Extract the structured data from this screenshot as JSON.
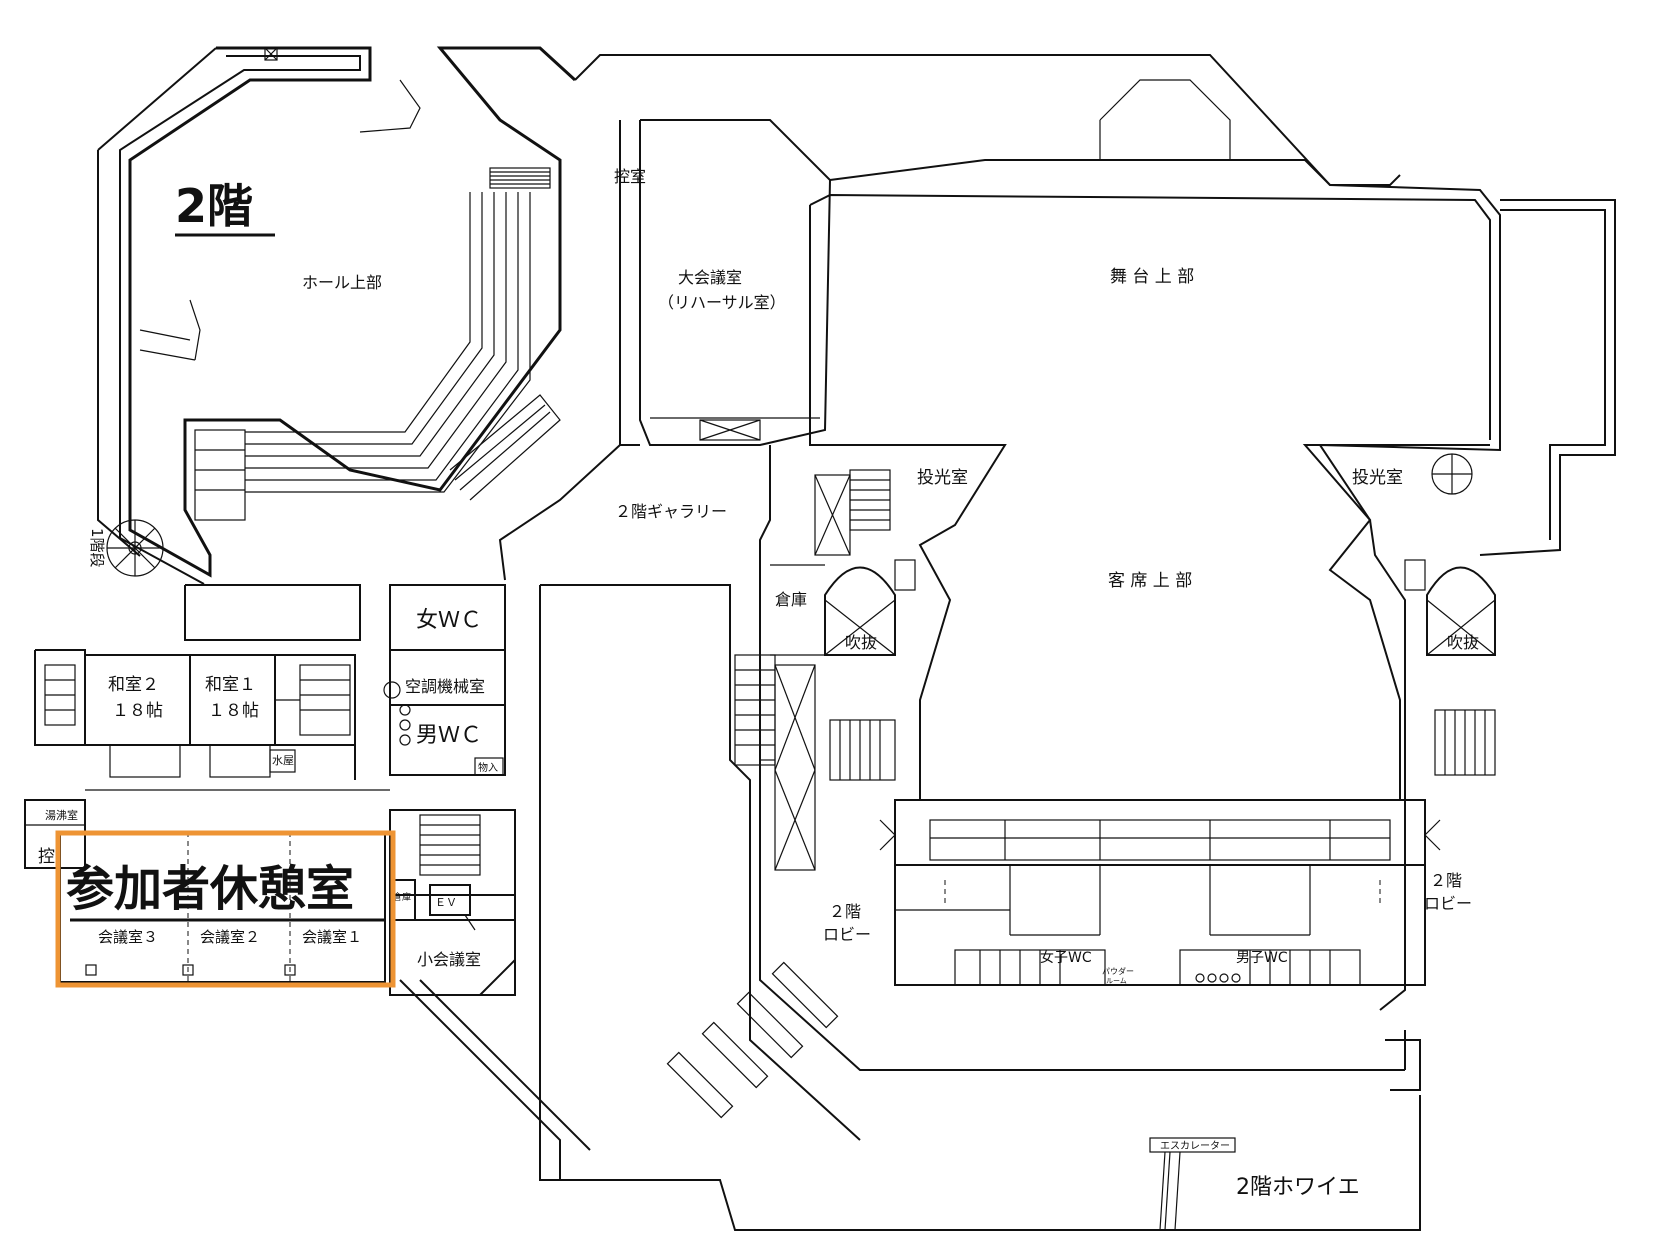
{
  "floor": {
    "label": "2階"
  },
  "rooms": {
    "hall_upper": "ホール上部",
    "stair_1f": "1階段",
    "large_conf": "大会議室",
    "large_conf_sub": "（リハーサル室）",
    "hikae_top": "控室",
    "stage_upper": "舞 台 上 部",
    "audience_upper": "客 席 上 部",
    "projection_left": "投光室",
    "projection_right": "投光室",
    "gallery": "２階ギャラリー",
    "storage": "倉庫",
    "void_left": "吹抜",
    "void_right": "吹抜",
    "womens_wc": "女ＷＣ",
    "hvac": "空調機械室",
    "mens_wc": "男ＷＣ",
    "storage_small": "物入",
    "water": "水屋",
    "washitsu2": "和室２",
    "washitsu2_size": "１８帖",
    "washitsu1": "和室１",
    "washitsu1_size": "１８帖",
    "yuwakashi": "湯沸室",
    "hikae_left": "控",
    "ev": "ＥＶ",
    "storage_ev": "倉庫",
    "small_conf": "小会議室",
    "conf3": "会議室３",
    "conf2": "会議室２",
    "conf1": "会議室１",
    "lobby_left_1": "２階",
    "lobby_left_2": "ロビー",
    "lobby_right_1": "２階",
    "lobby_right_2": "ロビー",
    "joshi_wc": "女子WC",
    "danshi_wc": "男子WC",
    "powder": "パウダー",
    "powder2": "ルーム",
    "escalator": "エスカレーター",
    "foyer": "2階ホワイエ"
  },
  "highlight": {
    "label": "参加者休憩室",
    "color": "#ee9434"
  }
}
